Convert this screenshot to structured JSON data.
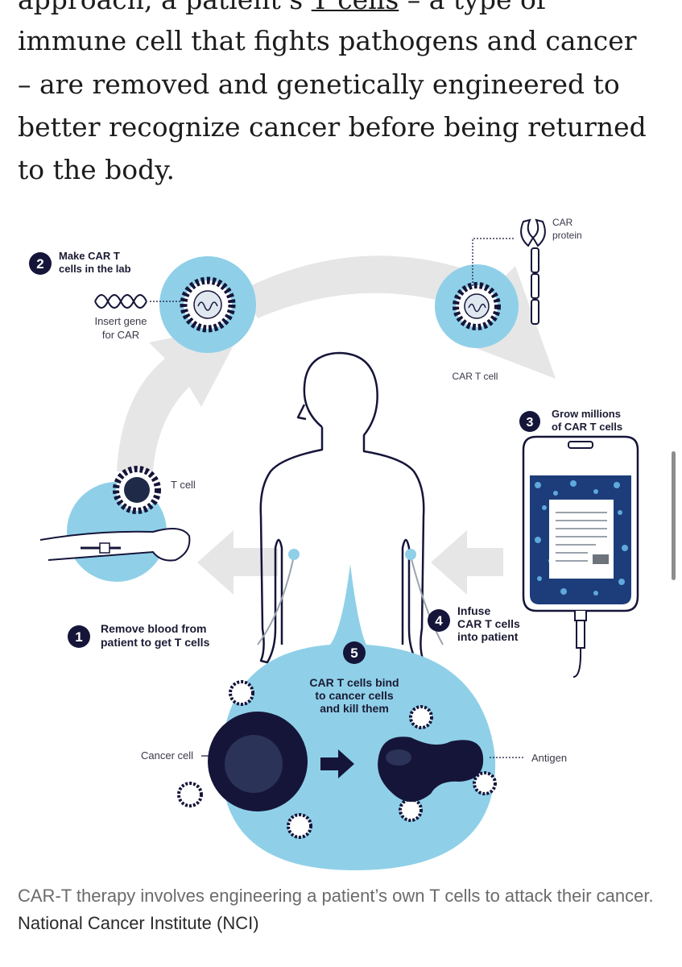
{
  "article": {
    "line0": "approach, a patient’s ",
    "line0_link": "T cells",
    "line0_rest": " – a type of",
    "line1": "immune cell that fights pathogens and cancer",
    "line2": "– are removed and genetically engineered to",
    "line3": "better recognize cancer before being returned",
    "line4": "to the body."
  },
  "figure": {
    "step1": {
      "num": "1",
      "line1": "Remove blood from",
      "line2": "patient to get T cells"
    },
    "step2": {
      "num": "2",
      "line1": "Make CAR T",
      "line2": "cells in the lab"
    },
    "step3": {
      "num": "3",
      "line1": "Grow millions",
      "line2": "of CAR T cells"
    },
    "step4": {
      "num": "4",
      "line1": "Infuse",
      "line2": "CAR T cells",
      "line3": "into patient"
    },
    "step5": {
      "num": "5",
      "line1": "CAR T cells bind",
      "line2": "to cancer cells",
      "line3": "and kill them"
    },
    "insert_gene": {
      "line1": "Insert gene",
      "line2": "for CAR"
    },
    "car_protein": {
      "line1": "CAR",
      "line2": "protein"
    },
    "car_t_cell": "CAR T cell",
    "t_cell": "T cell",
    "cancer_cell": "Cancer cell",
    "antigen": "Antigen"
  },
  "caption": {
    "text": "CAR-T therapy involves engineering a patient’s own T cells to attack their cancer.",
    "credit": "National Cancer Institute (NCI)"
  },
  "colors": {
    "light_blue": "#8fd0e8",
    "dark_navy": "#15153a",
    "arrow_gray": "#e4e4e4"
  }
}
